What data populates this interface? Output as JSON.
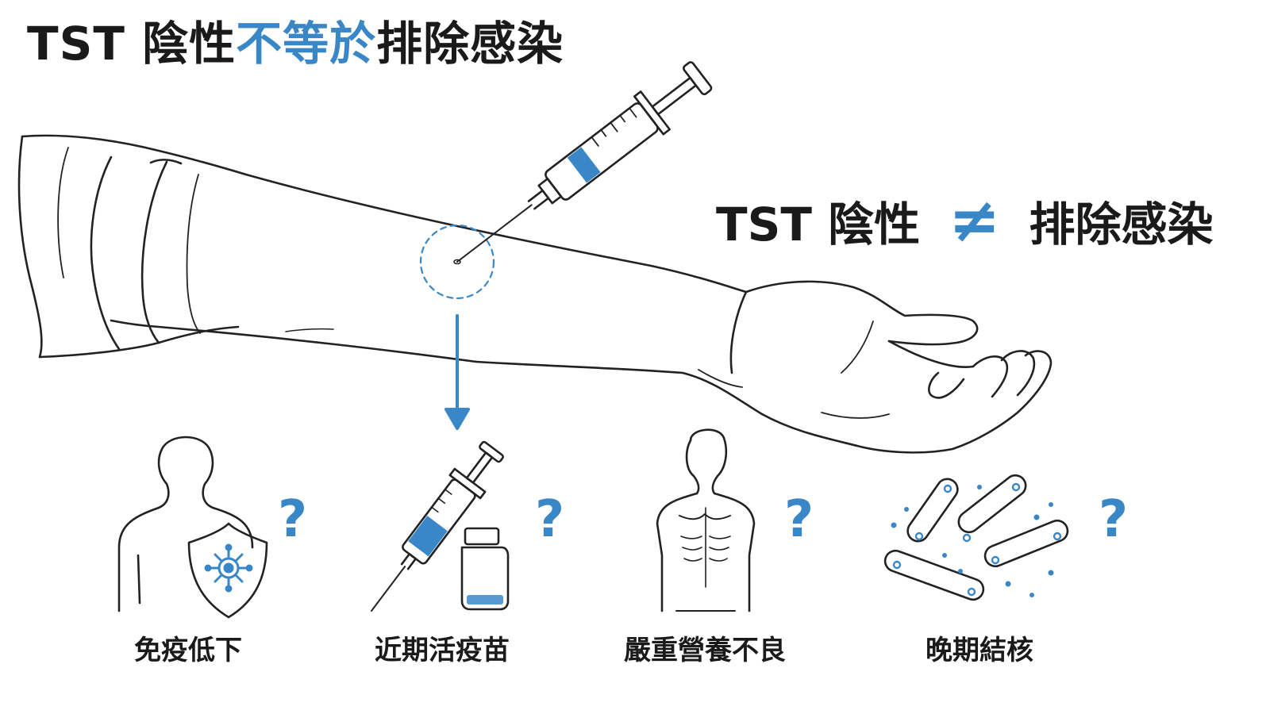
{
  "title": {
    "part1": "TST 陰性",
    "part2": "不等於",
    "part3": "排除感染"
  },
  "statement": {
    "left": "TST 陰性",
    "symbol": "≠",
    "right": "排除感染"
  },
  "causes": [
    {
      "label": "免疫低下",
      "icon": "immunosuppression-icon"
    },
    {
      "label": "近期活疫苗",
      "icon": "live-vaccine-icon"
    },
    {
      "label": "嚴重營養不良",
      "icon": "malnutrition-icon"
    },
    {
      "label": "晚期結核",
      "icon": "advanced-tb-bacteria-icon"
    }
  ],
  "question_mark": "?",
  "colors": {
    "accent": "#3a87c8",
    "ink": "#1a1a1a",
    "line": "#222222"
  }
}
